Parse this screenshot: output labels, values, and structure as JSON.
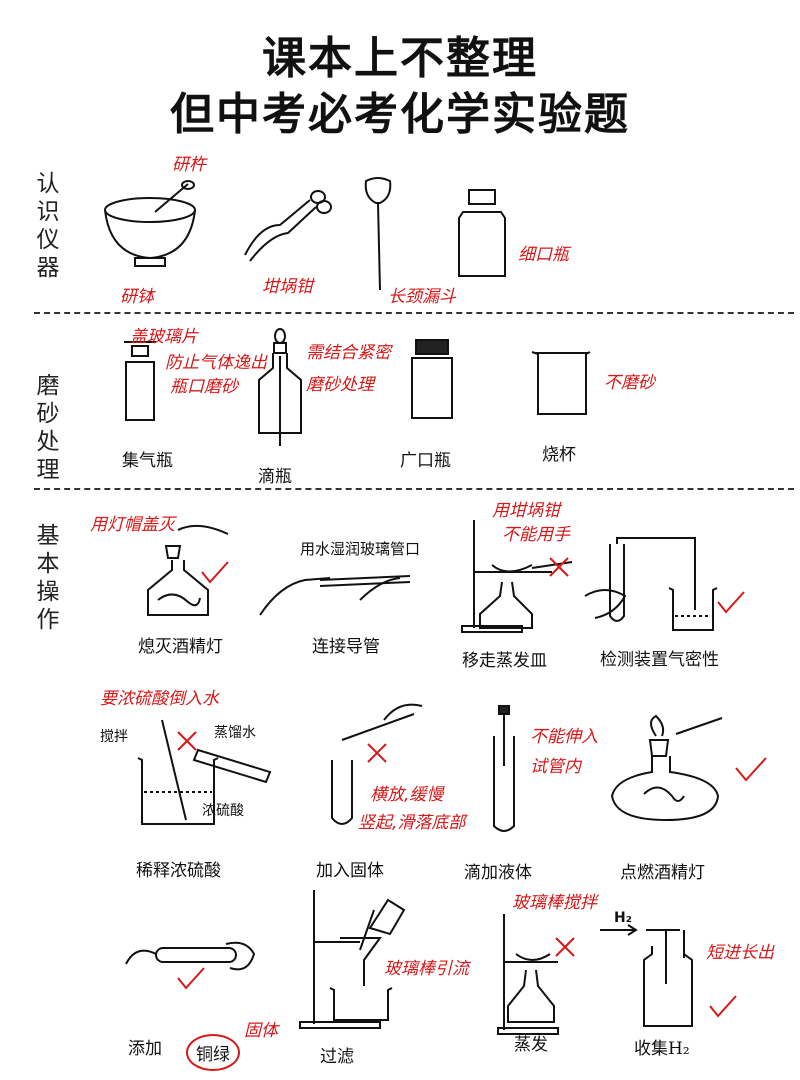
{
  "title": {
    "line1": "课本上不整理",
    "line2": "但中考必考化学实验题"
  },
  "sections": {
    "recognize": "认识仪器",
    "grinding": "磨砂处理",
    "basic": "基本操作"
  },
  "row1": {
    "pestle": "研杵",
    "mortar": "研钵",
    "tongs": "坩埚钳",
    "funnel": "长颈漏斗",
    "narrow_bottle": "细口瓶"
  },
  "row2": {
    "glass_plate_note": "盖玻璃片",
    "gas_bottle_note1": "防止气体逸出",
    "gas_bottle_note2": "瓶口磨砂",
    "dropper_note1": "需结合紧密",
    "dropper_note2": "磨砂处理",
    "beaker_note": "不磨砂",
    "gas_bottle": "集气瓶",
    "dropper_bottle": "滴瓶",
    "wide_bottle": "广口瓶",
    "beaker": "烧杯"
  },
  "row3": {
    "cap_note": "用灯帽盖灭",
    "wet_note": "用水湿润玻璃管口",
    "tongs_note1": "用坩埚钳",
    "tongs_note2": "不能用手",
    "extinguish": "熄灭酒精灯",
    "connect": "连接导管",
    "move_dish": "移走蒸发皿",
    "airtight": "检测装置气密性"
  },
  "row4": {
    "acid_note": "要浓硫酸倒入水",
    "stir": "搅拌",
    "water": "蒸馏水",
    "acid": "浓硫酸",
    "solid_note1": "横放,缓慢",
    "solid_note2": "竖起,滑落底部",
    "drop_note1": "不能伸入",
    "drop_note2": "试管内",
    "dilute": "稀释浓硫酸",
    "add_solid": "加入固体",
    "add_liquid": "滴加液体",
    "light_lamp": "点燃酒精灯"
  },
  "row5": {
    "solid_label": "固体",
    "rod_note": "玻璃棒引流",
    "stir_note": "玻璃棒搅拌",
    "short_long_note": "短进长出",
    "h2": "H₂",
    "add": "添加",
    "verdigris": "铜绿",
    "filter": "过滤",
    "evaporate": "蒸发",
    "collect": "收集H₂"
  },
  "colors": {
    "annotation": "#d61818",
    "ink": "#111111"
  }
}
